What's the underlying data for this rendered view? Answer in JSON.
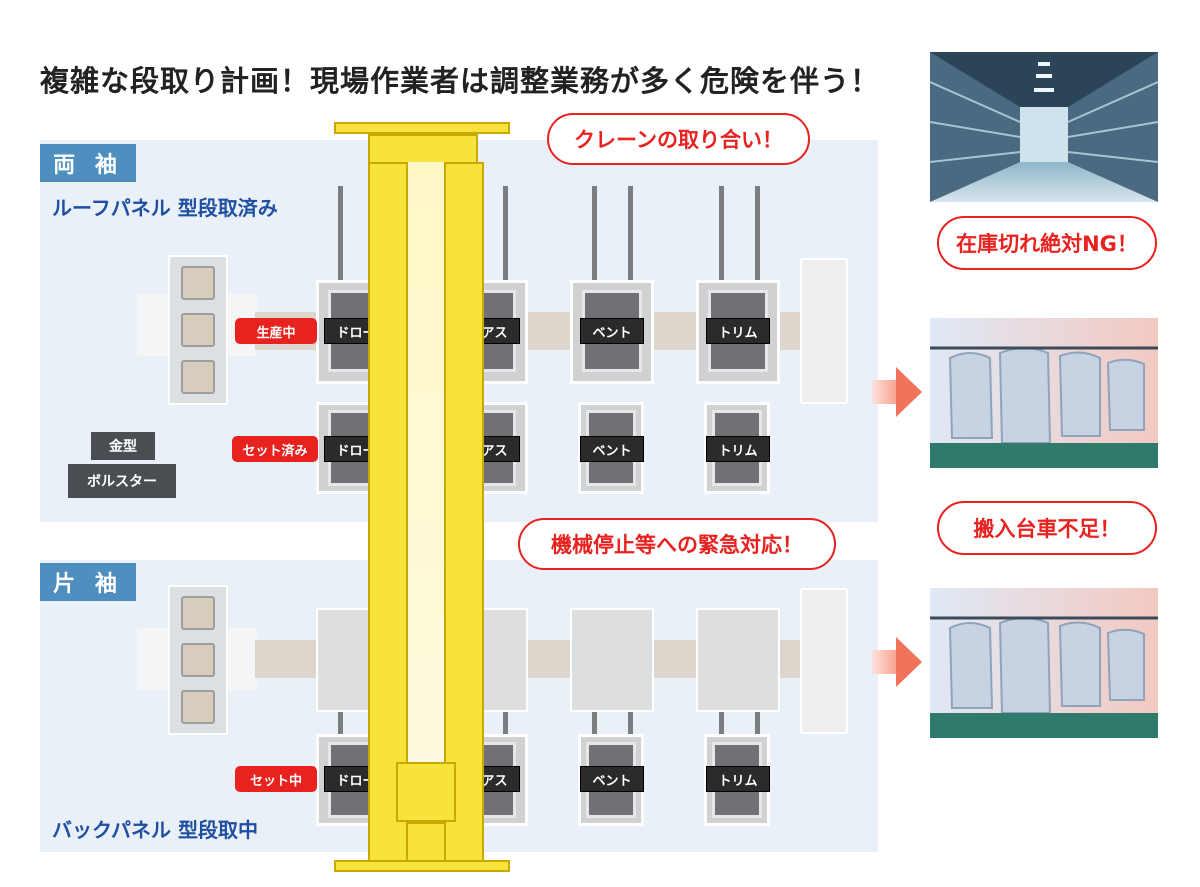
{
  "title": "複雑な段取り計画！現場作業者は調整業務が多く危険を伴う！",
  "sections": {
    "top": {
      "label": "両 袖",
      "subtitle": "ルーフパネル 型段取済み"
    },
    "bottom": {
      "label": "片 袖",
      "subtitle": "バックパネル 型段取中"
    }
  },
  "status_tags": {
    "producing": "生産中",
    "set_done": "セット済み",
    "setting": "セット中"
  },
  "stations": {
    "draw": "ドロー",
    "pierce": "ピアス",
    "bent": "ベント",
    "trim": "トリム"
  },
  "legend": {
    "die": "金型",
    "bolster": "ボルスター"
  },
  "callouts": {
    "crane": "クレーンの取り合い！",
    "emergency": "機械停止等への緊急対応！",
    "stockout": "在庫切れ絶対NG！",
    "cart_shortage": "搬入台車不足！"
  },
  "colors": {
    "accent_red": "#e8221f",
    "section_blue": "#4e8fbf",
    "crane_yellow": "#f7e33b",
    "subtitle_blue": "#1f4fa0"
  }
}
